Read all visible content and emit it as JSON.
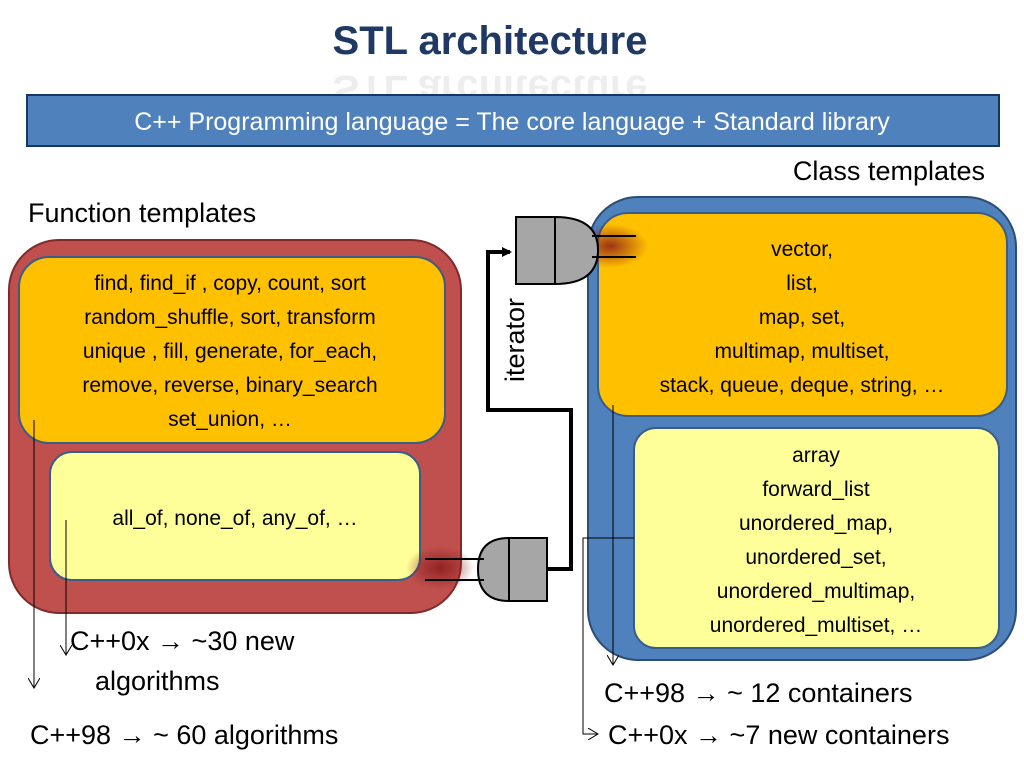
{
  "title": "STL architecture",
  "banner": "C++ Programming language  = The core language + Standard library",
  "class_templates_heading": "Class templates",
  "function_templates_heading": "Function templates",
  "iterator_label": "iterator",
  "algorithms_box": {
    "lines": [
      "find, find_if , copy, count, sort",
      "random_shuffle, sort, transform",
      "unique , fill, generate, for_each,",
      "remove, reverse, binary_search",
      "set_union, …"
    ]
  },
  "new_algorithms_box": {
    "lines": [
      "all_of, none_of, any_of, …"
    ]
  },
  "containers_box": {
    "lines": [
      "vector,",
      "list,",
      "map, set,",
      "multimap, multiset,",
      "stack,  queue, deque, string, …"
    ]
  },
  "new_containers_box": {
    "lines": [
      "array",
      "forward_list",
      "unordered_map,",
      "unordered_set,",
      "unordered_multimap,",
      "unordered_multiset, …"
    ]
  },
  "notes": {
    "cpp0x_algorithms_line1": "C++0x → ~30 new",
    "cpp0x_algorithms_line2": "algorithms",
    "cpp98_algorithms": "C++98 → ~ 60 algorithms",
    "cpp98_containers": "C++98 → ~ 12 containers",
    "cpp0x_containers": "C++0x → ~7 new containers"
  },
  "colors": {
    "title": "#1f3864",
    "banner_fill": "#4f81bd",
    "algorithms_panel": "#c0504d",
    "containers_panel": "#4f81bd",
    "orange_box": "#ffc000",
    "yellow_box": "#ffff99",
    "gate": "#a6a6a6"
  }
}
